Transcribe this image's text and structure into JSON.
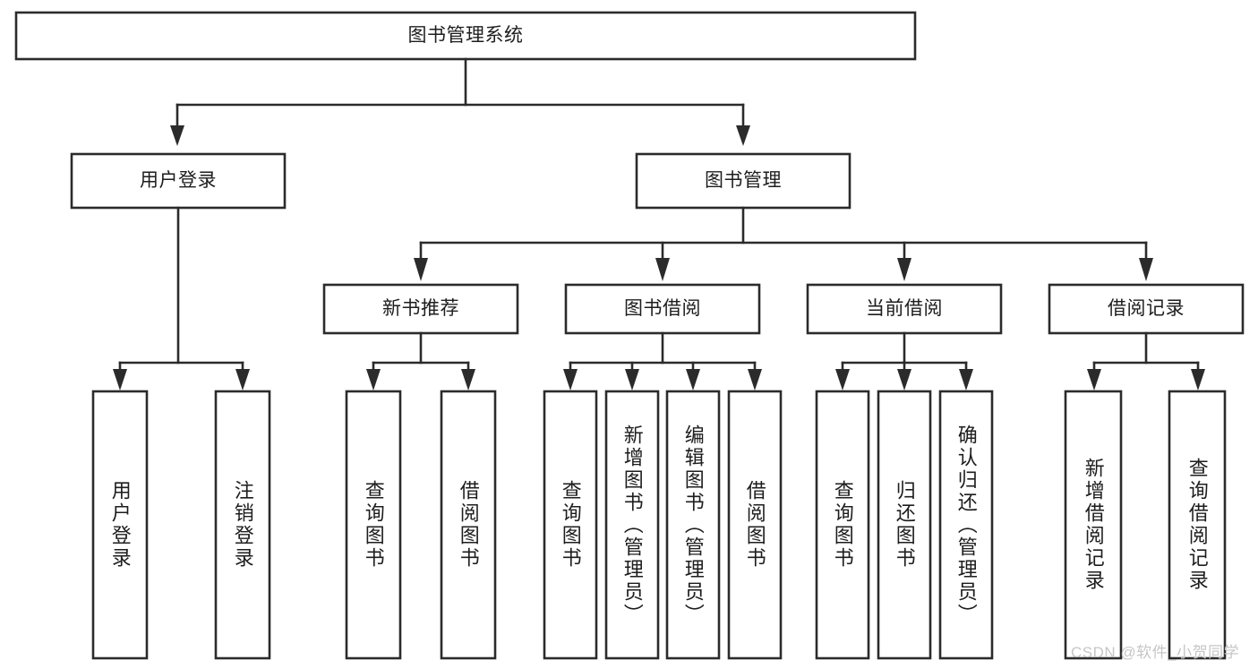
{
  "diagram": {
    "title": "图书管理系统",
    "watermark": "CSDN @软件_小贺同学",
    "colors": {
      "stroke": "#2b2b2b",
      "fill": "#ffffff",
      "text": "#1d1d1d",
      "watermark": "#c6c6c6"
    },
    "levels": {
      "root": {
        "label": "图书管理系统"
      },
      "level2": [
        {
          "label": "用户登录"
        },
        {
          "label": "图书管理"
        }
      ],
      "level3": [
        {
          "label": "新书推荐"
        },
        {
          "label": "图书借阅"
        },
        {
          "label": "当前借阅"
        },
        {
          "label": "借阅记录"
        }
      ]
    },
    "leaves": {
      "user_login": [
        {
          "label": "用户登录"
        },
        {
          "label": "注销登录"
        }
      ],
      "new_book_recommend": [
        {
          "label": "查询图书"
        },
        {
          "label": "借阅图书"
        }
      ],
      "book_borrow": [
        {
          "label": "查询图书"
        },
        {
          "label": "新增图书（管理员）"
        },
        {
          "label": "编辑图书（管理员）"
        },
        {
          "label": "借阅图书"
        }
      ],
      "current_borrow": [
        {
          "label": "查询图书"
        },
        {
          "label": "归还图书"
        },
        {
          "label": "确认归还（管理员）"
        }
      ],
      "borrow_record": [
        {
          "label": "新增借阅记录"
        },
        {
          "label": "查询借阅记录"
        }
      ]
    }
  }
}
